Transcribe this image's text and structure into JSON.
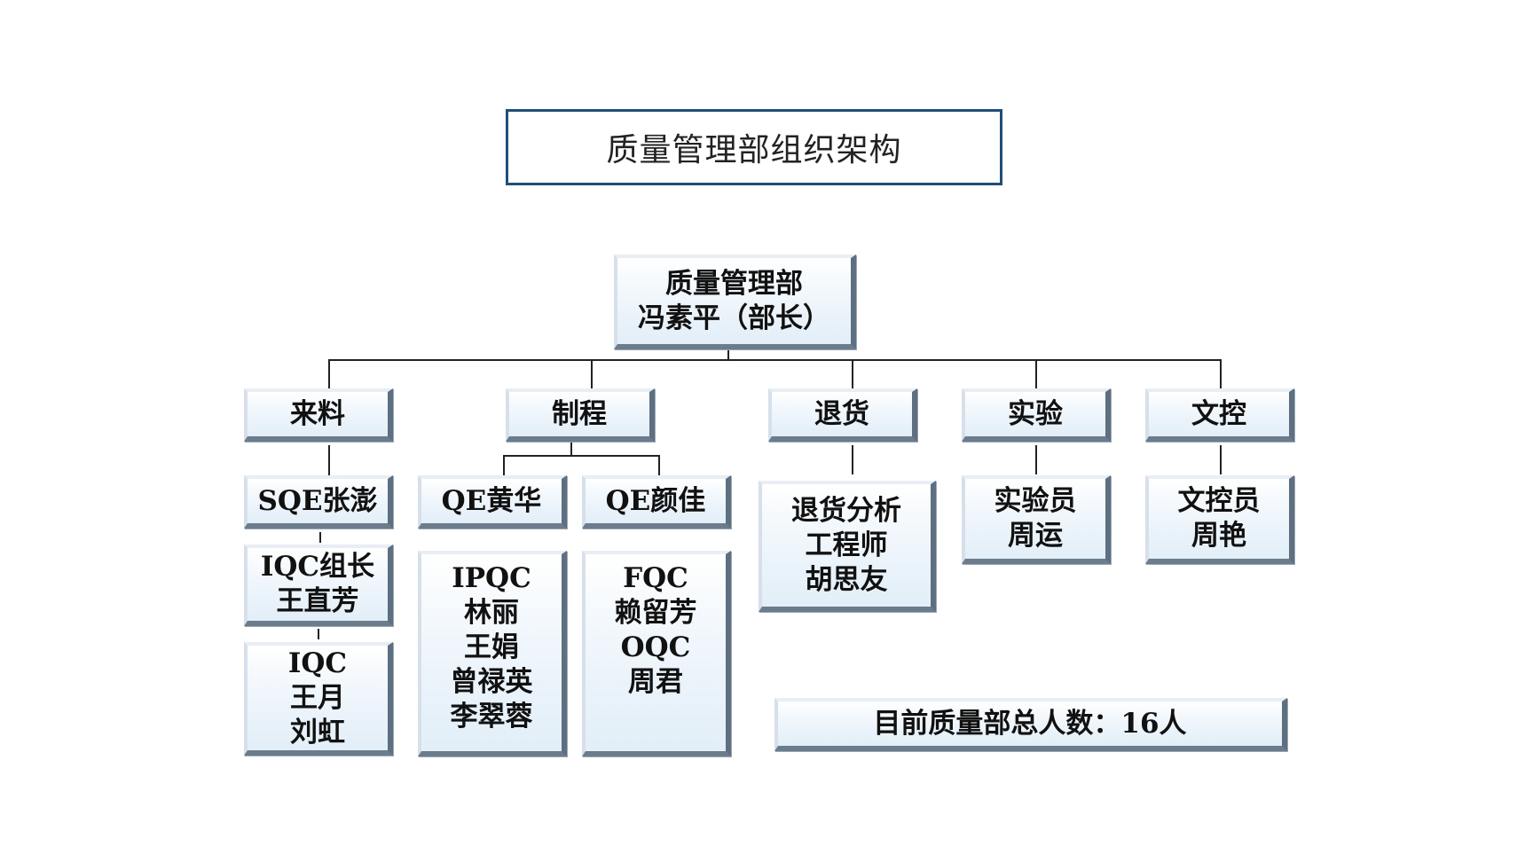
{
  "title": "质量管理部组织架构",
  "root": {
    "lines": [
      "质量管理部",
      "冯素平（部长）"
    ]
  },
  "sections": [
    {
      "label": "来料"
    },
    {
      "label": "制程"
    },
    {
      "label": "退货"
    },
    {
      "label": "实验"
    },
    {
      "label": "文控"
    }
  ],
  "incoming": {
    "sqe": [
      "SQE张澎"
    ],
    "iqc_lead": [
      "IQC组长",
      "王直芳"
    ],
    "iqc": [
      "IQC",
      "王月",
      "刘虹"
    ]
  },
  "process": {
    "qe1": [
      "QE黄华"
    ],
    "qe2": [
      "QE颜佳"
    ],
    "ipqc": [
      "IPQC",
      "林丽",
      "王娟",
      "曾禄英",
      "李翠蓉"
    ],
    "fqc": [
      "FQC",
      "赖留芳",
      "OQC",
      "周君"
    ]
  },
  "returns": {
    "engineer": [
      "退货分析",
      "工程师",
      "胡思友"
    ]
  },
  "lab": {
    "staff": [
      "实验员",
      "周运"
    ]
  },
  "doc_control": {
    "staff": [
      "文控员",
      "周艳"
    ]
  },
  "summary": "目前质量部总人数：16人"
}
